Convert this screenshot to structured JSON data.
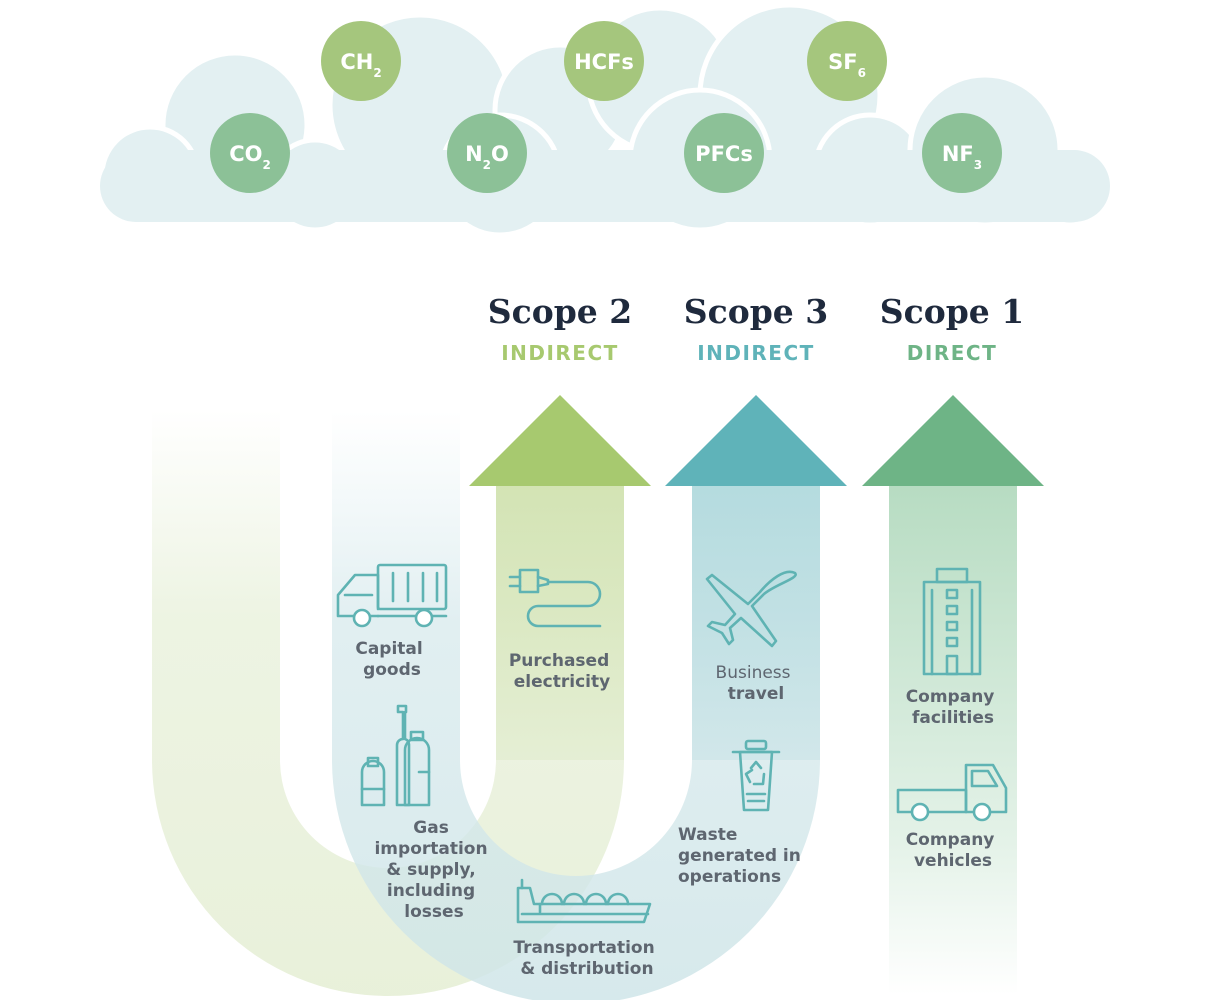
{
  "gases": [
    {
      "base": "CO",
      "sub": "2"
    },
    {
      "base": "CH",
      "sub": "2"
    },
    {
      "base": "N",
      "sub": "2",
      "suffix": "O"
    },
    {
      "base": "HCFs",
      "sub": ""
    },
    {
      "base": "PFCs",
      "sub": ""
    },
    {
      "base": "SF",
      "sub": "6"
    },
    {
      "base": "NF",
      "sub": "3"
    }
  ],
  "scopes": [
    {
      "title": "Scope 2",
      "type": "INDIRECT",
      "color": "#a7c96f"
    },
    {
      "title": "Scope 3",
      "type": "INDIRECT",
      "color": "#5fb3b9"
    },
    {
      "title": "Scope 1",
      "type": "DIRECT",
      "color": "#6eb486"
    }
  ],
  "labels": {
    "capital_goods": [
      "Capital",
      "goods"
    ],
    "purchased_electricity": [
      "Purchased",
      "electricity"
    ],
    "business_travel": [
      "Business",
      "travel"
    ],
    "company_facilities": [
      "Company",
      "facilities"
    ],
    "gas_importation": [
      "Gas",
      "importation",
      "& supply,",
      "including",
      "losses"
    ],
    "waste": [
      "Waste",
      "generated in",
      "operations"
    ],
    "company_vehicles": [
      "Company",
      "vehicles"
    ],
    "transportation": [
      "Transportation",
      "& distribution"
    ]
  },
  "icons": [
    "truck-icon",
    "plug-icon",
    "airplane-icon",
    "building-icon",
    "gas-cylinders-icon",
    "recycle-bin-icon",
    "pickup-truck-icon",
    "ship-icon"
  ]
}
